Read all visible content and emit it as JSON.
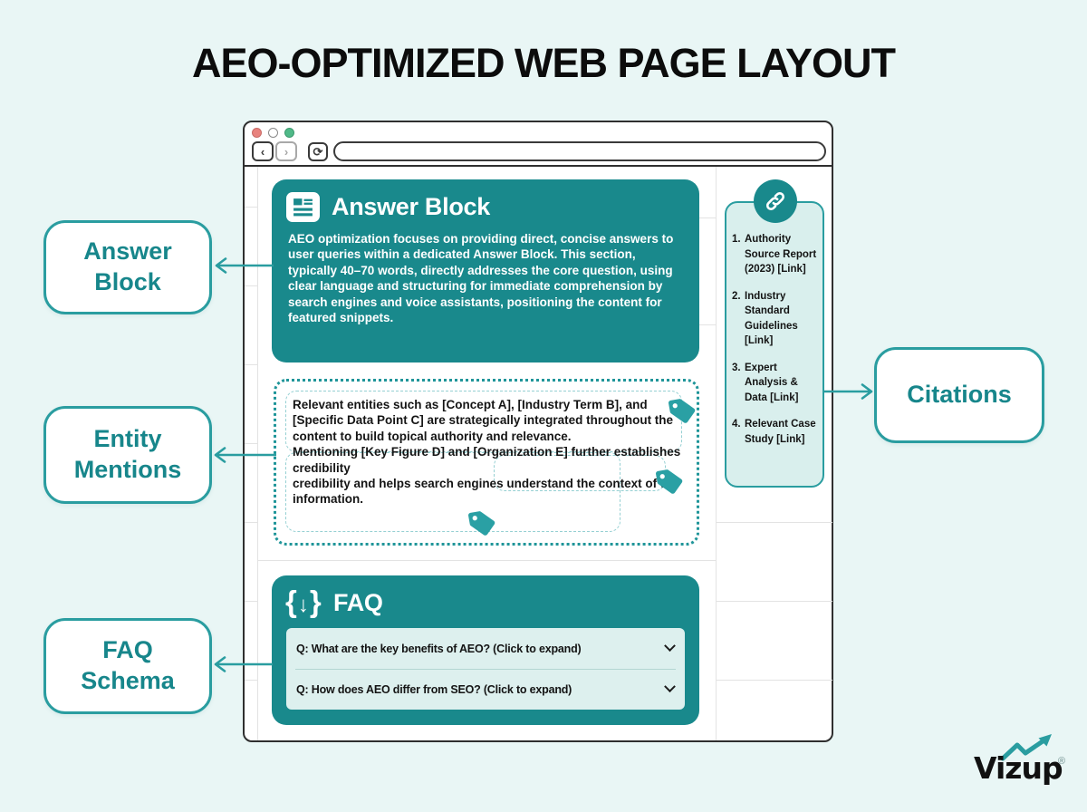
{
  "page": {
    "title": "AEO-OPTIMIZED WEB PAGE LAYOUT"
  },
  "callouts": {
    "answer_block": "Answer Block",
    "entity_mentions": "Entity Mentions",
    "faq_schema": "FAQ Schema",
    "citations": "Citations"
  },
  "browser": {
    "url_value": "",
    "answer_block": {
      "heading": "Answer Block",
      "body": "AEO optimization focuses on providing direct, concise answers to user queries within a dedicated Answer Block. This section, typically 40–70 words, directly addresses the core question, using clear language and structuring for immediate comprehension by search engines and voice assistants, positioning the content for featured snippets."
    },
    "entity_block": {
      "p1": "Relevant entities such as [Concept A], [Industry Term B], and [Specific Data Point C] are strategically integrated throughout the content to build topical authority and relevance.",
      "p2": "Mentioning [Key Figure D] and [Organization E] further establishes credibility",
      "p3": "credibility and helps search engines understand the context of the information."
    },
    "faq": {
      "heading": "FAQ",
      "icon_glyphs": {
        "left_brace": "{",
        "down_arrow": "↓",
        "right_brace": "}"
      },
      "items": [
        {
          "q": "Q: What are the key benefits of AEO? (Click to expand)"
        },
        {
          "q": "Q: How does AEO differ from SEO? (Click to expand)"
        }
      ]
    },
    "citations": {
      "items": [
        {
          "num": "1.",
          "text": "Authority Source Report (2023) [Link]"
        },
        {
          "num": "2.",
          "text": "Industry Standard Guidelines [Link]"
        },
        {
          "num": "3.",
          "text": "Expert Analysis & Data [Link]"
        },
        {
          "num": "4.",
          "text": "Relevant Case Study [Link]"
        }
      ]
    },
    "nav": {
      "back": "‹",
      "forward": "›",
      "reload": "⟳"
    }
  },
  "logo": {
    "text": "Vizup",
    "registered": "®"
  },
  "colors": {
    "accent_teal": "#19898c",
    "accent_border": "#2a9da0",
    "panel_mint": "#d9efed",
    "faq_row_mint": "#ddf0ee",
    "traffic_red": "#e8827d",
    "traffic_green": "#50b988",
    "page_bg": "#e9f6f5",
    "title_black": "#0c0c0c"
  }
}
